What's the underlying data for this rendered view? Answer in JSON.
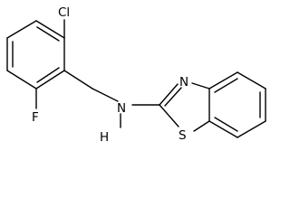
{
  "molecule": {
    "atoms": {
      "cl": "Cl",
      "f": "F",
      "n_amine": "N",
      "h": "H",
      "n_ring": "N",
      "s": "S"
    }
  }
}
